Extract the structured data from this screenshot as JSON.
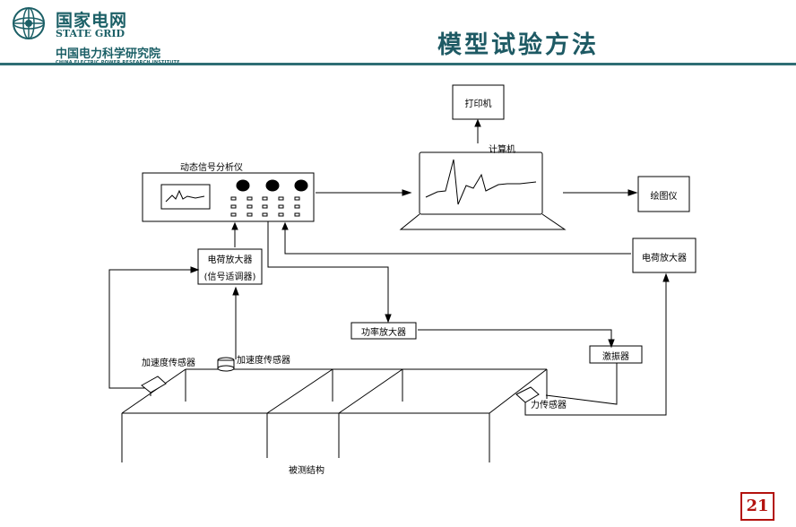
{
  "header": {
    "logo_cn": "国家电网",
    "logo_en": "STATE GRID",
    "institute_cn": "中国电力科学研究院",
    "institute_en": "CHINA ELECTRIC POWER RESEARCH INSTITUTE"
  },
  "title": "模型试验方法",
  "diagram": {
    "printer": "打印机",
    "computer": "计算机",
    "signal_analyzer": "动态信号分析仪",
    "plotter": "绘图仪",
    "charge_amplifier_left_line1": "电荷放大器",
    "charge_amplifier_left_line2": "(信号适调器)",
    "charge_amplifier_right": "电荷放大器",
    "power_amplifier": "功率放大器",
    "exciter": "激振器",
    "accel_sensor_1": "加速度传感器",
    "accel_sensor_2": "加速度传感器",
    "force_sensor": "力传感器",
    "structure": "被测结构"
  },
  "page_number": "21",
  "colors": {
    "brand": "#1b5f66",
    "rule": "#2e6e74",
    "page_number": "#b3120e"
  }
}
